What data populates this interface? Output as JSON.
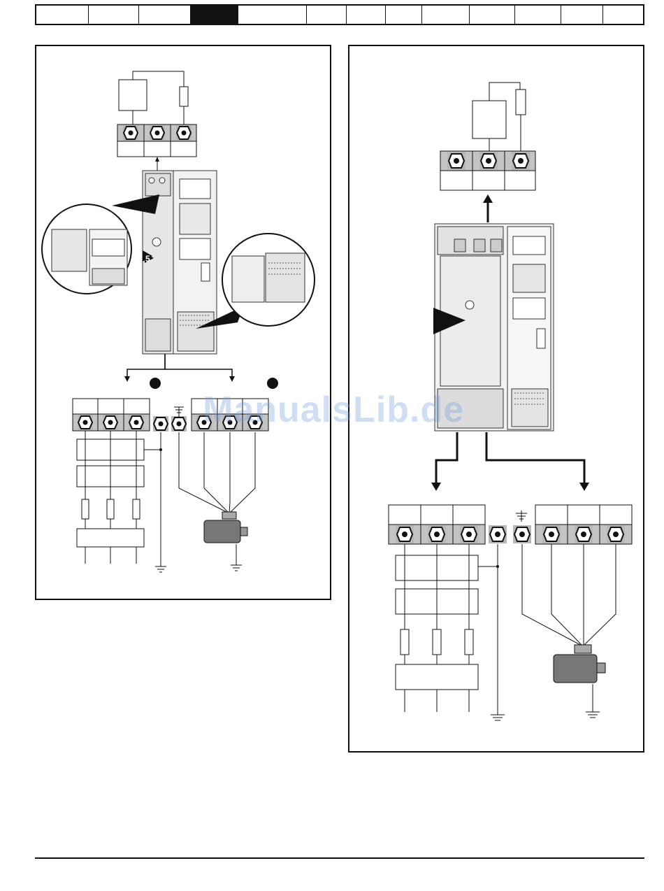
{
  "header": {
    "tab_count": 13,
    "active_tab_index": 3
  },
  "watermark": {
    "text": "ManualsLib.de"
  },
  "left_panel": {
    "badge_label": "5"
  },
  "colors": {
    "ink": "#111111",
    "watermark": "#a0c0e6"
  },
  "icons": [
    "hex-terminal-icon",
    "ground-icon",
    "motor-icon",
    "fuse-icon",
    "resistor-icon",
    "arrow-icon"
  ]
}
